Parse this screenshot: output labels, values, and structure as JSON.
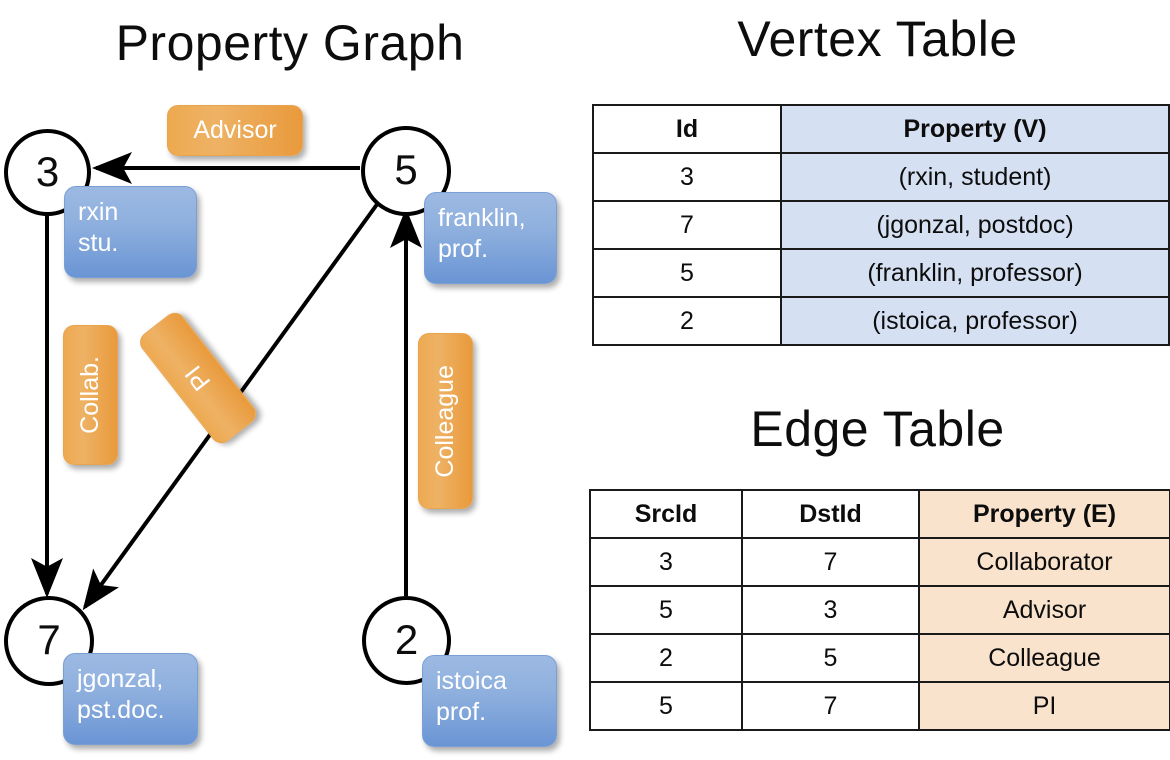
{
  "titles": {
    "property_graph": "Property Graph",
    "vertex_table": "Vertex Table",
    "edge_table": "Edge Table"
  },
  "graph": {
    "nodes": [
      {
        "id": "3",
        "property": "rxin\nstu."
      },
      {
        "id": "5",
        "property": "franklin,\nprof."
      },
      {
        "id": "7",
        "property": "jgonzal,\npst.doc."
      },
      {
        "id": "2",
        "property": "istoica\nprof."
      }
    ],
    "node_labels": {
      "n3": "3",
      "n5": "5",
      "n7": "7",
      "n2": "2"
    },
    "node_props": {
      "rxin_line1": "rxin",
      "rxin_line2": "stu.",
      "franklin_line1": "franklin,",
      "franklin_line2": "prof.",
      "jgonzal_line1": "jgonzal,",
      "jgonzal_line2": "pst.doc.",
      "istoica_line1": "istoica",
      "istoica_line2": "prof."
    },
    "edge_labels": {
      "advisor": "Advisor",
      "collab": "Collab.",
      "pi": "PI",
      "colleague": "Colleague"
    },
    "edges": [
      {
        "from": "5",
        "to": "3",
        "label": "Advisor"
      },
      {
        "from": "3",
        "to": "7",
        "label": "Collab."
      },
      {
        "from": "5",
        "to": "7",
        "label": "PI"
      },
      {
        "from": "2",
        "to": "5",
        "label": "Colleague"
      }
    ]
  },
  "vertex_table": {
    "headers": [
      "Id",
      "Property (V)"
    ],
    "rows": [
      {
        "id": "3",
        "property": "(rxin, student)"
      },
      {
        "id": "7",
        "property": "(jgonzal, postdoc)"
      },
      {
        "id": "5",
        "property": "(franklin, professor)"
      },
      {
        "id": "2",
        "property": "(istoica, professor)"
      }
    ]
  },
  "edge_table": {
    "headers": [
      "SrcId",
      "DstId",
      "Property (E)"
    ],
    "rows": [
      {
        "src": "3",
        "dst": "7",
        "property": "Collaborator"
      },
      {
        "src": "5",
        "dst": "3",
        "property": "Advisor"
      },
      {
        "src": "2",
        "dst": "5",
        "property": "Colleague"
      },
      {
        "src": "5",
        "dst": "7",
        "property": "PI"
      }
    ]
  },
  "colors": {
    "vertex_property_fill": "#d5e0f2",
    "edge_property_fill": "#f9e3cd",
    "node_box_blue": "#8fb0de",
    "edge_box_orange": "#eeb265",
    "stroke": "#000000"
  }
}
